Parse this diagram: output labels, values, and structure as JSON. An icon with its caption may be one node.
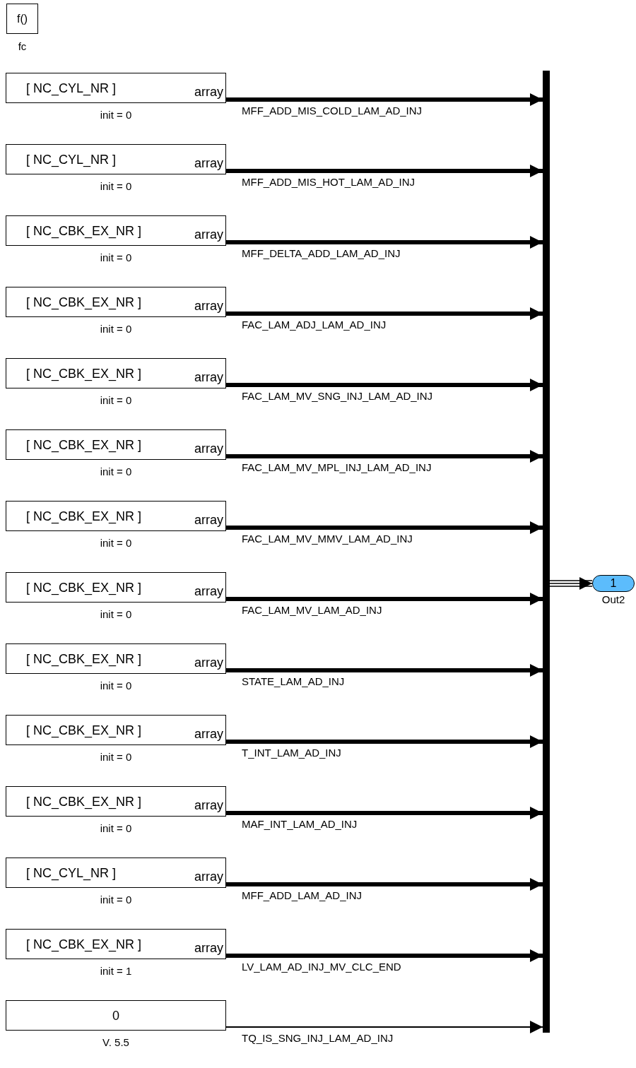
{
  "diagram": {
    "nodes": [
      {
        "text": [
          "f()"
        ],
        "beside": [
          "fc"
        ]
      },
      {
        "text": [
          "[ NC_CYL_NR ]",
          "array"
        ],
        "beside": [
          "init = 0"
        ]
      },
      {
        "text": [
          "[ NC_CYL_NR ]",
          "array"
        ],
        "beside": [
          "init = 0"
        ]
      },
      {
        "text": [
          "[ NC_CBK_EX_NR ]",
          "array"
        ],
        "beside": [
          "init = 0"
        ]
      },
      {
        "text": [
          "[ NC_CBK_EX_NR ]",
          "array"
        ],
        "beside": [
          "init = 0"
        ]
      },
      {
        "text": [
          "[ NC_CBK_EX_NR ]",
          "array"
        ],
        "beside": [
          "init = 0"
        ]
      },
      {
        "text": [
          "[ NC_CBK_EX_NR ]",
          "array"
        ],
        "beside": [
          "init = 0"
        ]
      },
      {
        "text": [
          "[ NC_CBK_EX_NR ]",
          "array"
        ],
        "beside": [
          "init = 0"
        ]
      },
      {
        "text": [
          "[ NC_CBK_EX_NR ]",
          "array"
        ],
        "beside": [
          "init = 0"
        ]
      },
      {
        "text": [
          "[ NC_CBK_EX_NR ]",
          "array"
        ],
        "beside": [
          "init = 0"
        ]
      },
      {
        "text": [
          "[ NC_CBK_EX_NR ]",
          "array"
        ],
        "beside": [
          "init = 0"
        ]
      },
      {
        "text": [
          "[ NC_CBK_EX_NR ]",
          "array"
        ],
        "beside": [
          "init = 0"
        ]
      },
      {
        "text": [
          "[ NC_CYL_NR ]",
          "array"
        ],
        "beside": [
          "init = 0"
        ]
      },
      {
        "text": [
          "[ NC_CBK_EX_NR ]",
          "array"
        ],
        "beside": [
          "init = 1"
        ]
      },
      {
        "text": [
          "0"
        ],
        "beside": [
          "V. 5.5"
        ]
      },
      {
        "text": [],
        "shape": "bar"
      },
      {
        "text": [
          "1"
        ],
        "beside": [
          "Out2"
        ]
      }
    ],
    "edges": [
      {
        "from": 1,
        "to": 15,
        "arrow": "to",
        "label": "MFF_ADD_MIS_COLD_LAM_AD_INJ"
      },
      {
        "from": 2,
        "to": 15,
        "arrow": "to",
        "label": "MFF_ADD_MIS_HOT_LAM_AD_INJ"
      },
      {
        "from": 3,
        "to": 15,
        "arrow": "to",
        "label": "MFF_DELTA_ADD_LAM_AD_INJ"
      },
      {
        "from": 4,
        "to": 15,
        "arrow": "to",
        "label": "FAC_LAM_ADJ_LAM_AD_INJ"
      },
      {
        "from": 5,
        "to": 15,
        "arrow": "to",
        "label": "FAC_LAM_MV_SNG_INJ_LAM_AD_INJ"
      },
      {
        "from": 6,
        "to": 15,
        "arrow": "to",
        "label": "FAC_LAM_MV_MPL_INJ_LAM_AD_INJ"
      },
      {
        "from": 7,
        "to": 15,
        "arrow": "to",
        "label": "FAC_LAM_MV_MMV_LAM_AD_INJ"
      },
      {
        "from": 8,
        "to": 15,
        "arrow": "to",
        "label": "FAC_LAM_MV_LAM_AD_INJ"
      },
      {
        "from": 9,
        "to": 15,
        "arrow": "to",
        "label": "STATE_LAM_AD_INJ"
      },
      {
        "from": 10,
        "to": 15,
        "arrow": "to",
        "label": "T_INT_LAM_AD_INJ"
      },
      {
        "from": 11,
        "to": 15,
        "arrow": "to",
        "label": "MAF_INT_LAM_AD_INJ"
      },
      {
        "from": 12,
        "to": 15,
        "arrow": "to",
        "label": "MFF_ADD_LAM_AD_INJ"
      },
      {
        "from": 13,
        "to": 15,
        "arrow": "to",
        "label": "LV_LAM_AD_INJ_MV_CLC_END"
      },
      {
        "from": 14,
        "to": 15,
        "arrow": "to",
        "label": "TQ_IS_SNG_INJ_LAM_AD_INJ"
      },
      {
        "from": 15,
        "to": 16,
        "arrow": "to"
      }
    ]
  }
}
